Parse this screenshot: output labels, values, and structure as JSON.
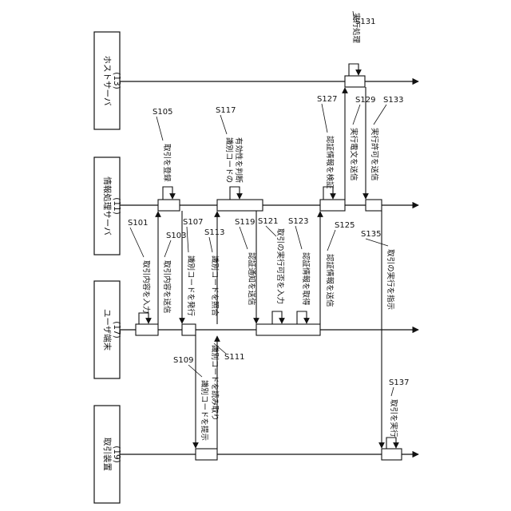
{
  "actors": [
    {
      "id": "host",
      "name": "ホストサーバ",
      "code": "(13)"
    },
    {
      "id": "info",
      "name": "情報処理サーバ",
      "code": "(11)"
    },
    {
      "id": "user",
      "name": "ユーザ端末",
      "code": "(17)"
    },
    {
      "id": "device",
      "name": "取引装置",
      "code": "(19)"
    }
  ],
  "messages": [
    {
      "id": "S101",
      "label": "S101",
      "text": "取引内容を入力"
    },
    {
      "id": "S103",
      "label": "S103",
      "text": "取引内容を送信"
    },
    {
      "id": "S105",
      "label": "S105",
      "text": "取引を登録"
    },
    {
      "id": "S107",
      "label": "S107",
      "text": "識別コードを発行"
    },
    {
      "id": "S109",
      "label": "S109",
      "text": "識別コードを提示"
    },
    {
      "id": "S111",
      "label": "S111",
      "text": "識別コードを読み取り"
    },
    {
      "id": "S113",
      "label": "S113",
      "text": "識別コードを照合"
    },
    {
      "id": "S117",
      "label": "S117",
      "text": "識別コードの",
      "text2": "有効性を判断"
    },
    {
      "id": "S119",
      "label": "S119",
      "text": "認証通知を送信"
    },
    {
      "id": "S121",
      "label": "S121",
      "text": "取引の実行可否を入力"
    },
    {
      "id": "S123",
      "label": "S123",
      "text": "認証情報を取得"
    },
    {
      "id": "S125",
      "label": "S125",
      "text": "認証情報を送信"
    },
    {
      "id": "S127",
      "label": "S127",
      "text": "認証情報を検証"
    },
    {
      "id": "S129",
      "label": "S129",
      "text": "実行電文を送信"
    },
    {
      "id": "S131",
      "label": "S131",
      "text": "実行処理"
    },
    {
      "id": "S133",
      "label": "S133",
      "text": "実行許可を送信"
    },
    {
      "id": "S135",
      "label": "S135",
      "text": "取引の実行を指示"
    },
    {
      "id": "S137",
      "label": "S137",
      "text": "取引を実行"
    }
  ]
}
